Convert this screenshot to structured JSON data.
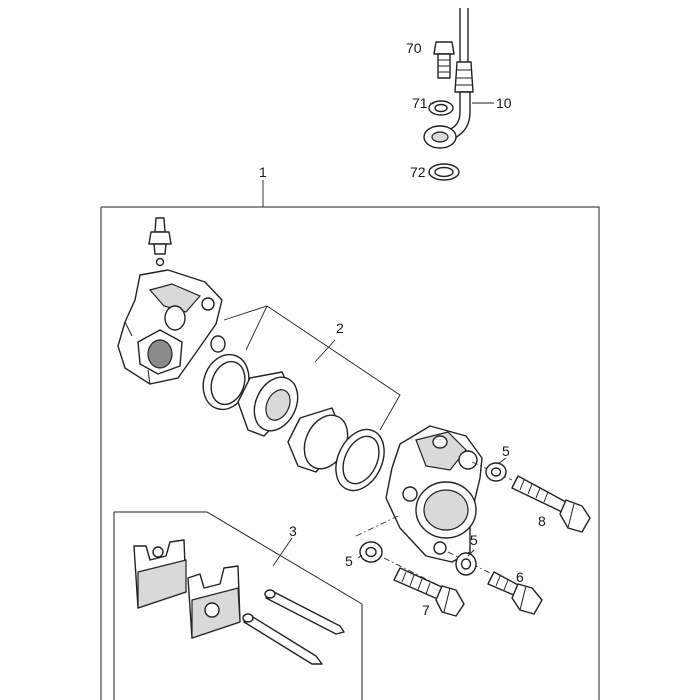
{
  "callouts": {
    "c1": "1",
    "c2": "2",
    "c3": "3",
    "c5a": "5",
    "c5b": "5",
    "c5c": "5",
    "c6": "6",
    "c7": "7",
    "c8": "8",
    "c10": "10",
    "c70": "70",
    "c71": "71",
    "c72": "72"
  }
}
